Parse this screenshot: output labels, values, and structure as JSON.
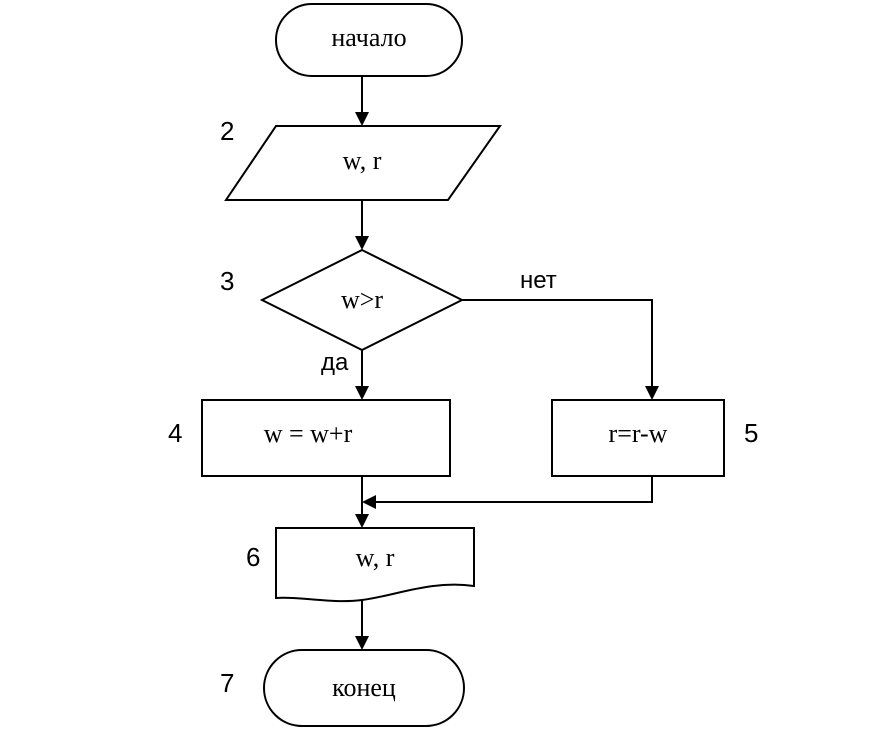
{
  "nodes": {
    "start": {
      "label": "начало"
    },
    "input": {
      "number": "2",
      "label": "w, r"
    },
    "condition": {
      "number": "3",
      "label": "w>r"
    },
    "process_yes": {
      "number": "4",
      "label": "w = w+r"
    },
    "process_no": {
      "number": "5",
      "label": "r=r-w"
    },
    "output": {
      "number": "6",
      "label": "w, r"
    },
    "end": {
      "number": "7",
      "label": "конец"
    }
  },
  "branches": {
    "yes": "да",
    "no": "нет"
  }
}
